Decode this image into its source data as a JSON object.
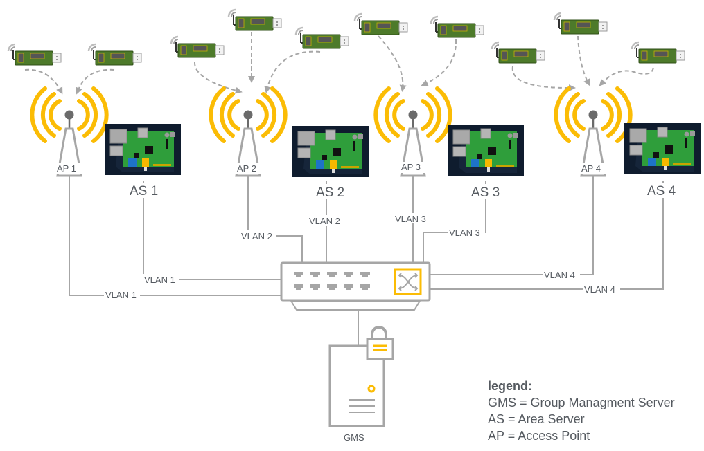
{
  "colors": {
    "signal": "#fbbc05",
    "line": "#a6a6a6",
    "text": "#555a60",
    "board_bg": "#0f1c2e",
    "board_green": "#2f9e3b",
    "dongle_green": "#4d7a2a"
  },
  "access_points": [
    {
      "label": "AP 1",
      "icon": "access-point-antenna-icon"
    },
    {
      "label": "AP 2",
      "icon": "access-point-antenna-icon"
    },
    {
      "label": "AP 3",
      "icon": "access-point-antenna-icon"
    },
    {
      "label": "AP 4",
      "icon": "access-point-antenna-icon"
    }
  ],
  "area_servers": [
    {
      "label": "AS 1",
      "icon": "raspberry-pi-board-icon"
    },
    {
      "label": "AS 2",
      "icon": "raspberry-pi-board-icon"
    },
    {
      "label": "AS 3",
      "icon": "raspberry-pi-board-icon"
    },
    {
      "label": "AS 4",
      "icon": "raspberry-pi-board-icon"
    }
  ],
  "clients": {
    "icon": "usb-wireless-dongle-icon",
    "per_ap": [
      2,
      3,
      2,
      3
    ]
  },
  "links": [
    {
      "from": "AP 1",
      "to": "switch",
      "label": "VLAN 1"
    },
    {
      "from": "AS 1",
      "to": "switch",
      "label": "VLAN 1"
    },
    {
      "from": "AP 2",
      "to": "switch",
      "label": "VLAN 2"
    },
    {
      "from": "AS 2",
      "to": "switch",
      "label": "VLAN 2"
    },
    {
      "from": "AP 3",
      "to": "switch",
      "label": "VLAN 3"
    },
    {
      "from": "AS 3",
      "to": "switch",
      "label": "VLAN 3"
    },
    {
      "from": "AP 4",
      "to": "switch",
      "label": "VLAN 4"
    },
    {
      "from": "AS 4",
      "to": "switch",
      "label": "VLAN 4"
    }
  ],
  "switch": {
    "icon": "network-switch-icon"
  },
  "gms": {
    "label": "GMS",
    "icon": "locked-server-icon"
  },
  "legend": {
    "title": "legend:",
    "entries": [
      "GMS = Group Managment Server",
      "AS = Area Server",
      "AP = Access Point"
    ]
  }
}
